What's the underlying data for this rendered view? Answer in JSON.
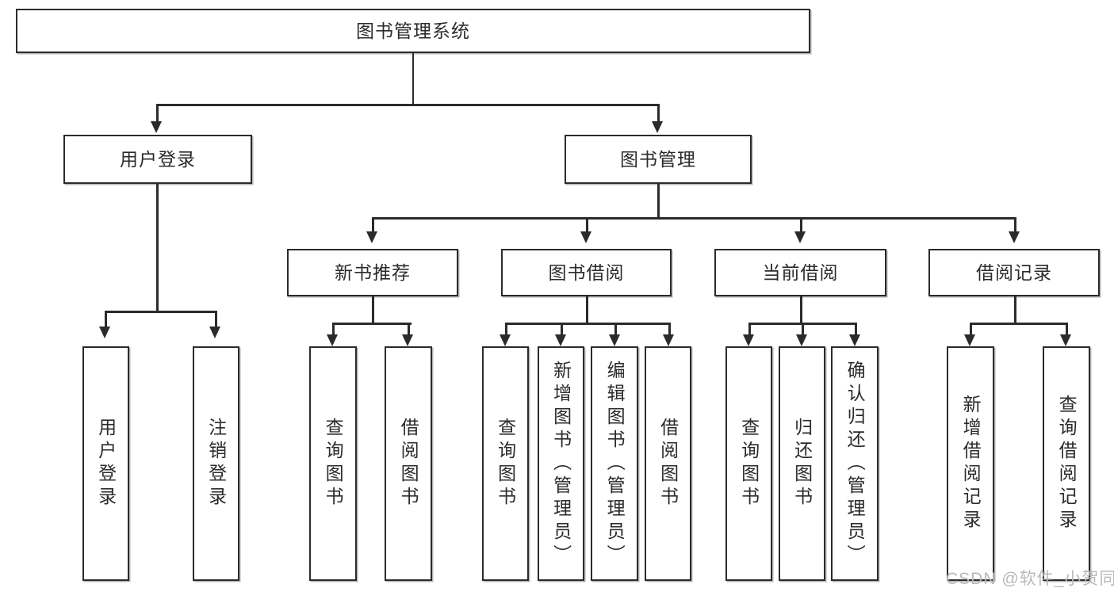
{
  "diagram": {
    "type": "tree-hierarchy-chart",
    "title": "图书管理系统",
    "root": {
      "label": "图书管理系统"
    },
    "level2": [
      {
        "label": "用户登录"
      },
      {
        "label": "图书管理"
      }
    ],
    "level3": [
      {
        "label": "新书推荐"
      },
      {
        "label": "图书借阅"
      },
      {
        "label": "当前借阅"
      },
      {
        "label": "借阅记录"
      }
    ],
    "leaves": {
      "user_login": [
        {
          "label": "用户登录"
        },
        {
          "label": "注销登录"
        }
      ],
      "new_book_recommend": [
        {
          "label": "查询图书"
        },
        {
          "label": "借阅图书"
        }
      ],
      "book_borrow": [
        {
          "label": "查询图书"
        },
        {
          "label": "新增图书（管理员）"
        },
        {
          "label": "编辑图书（管理员）"
        },
        {
          "label": "借阅图书"
        }
      ],
      "current_borrow": [
        {
          "label": "查询图书"
        },
        {
          "label": "归还图书"
        },
        {
          "label": "确认归还（管理员）"
        }
      ],
      "borrow_records": [
        {
          "label": "新增借阅记录"
        },
        {
          "label": "查询借阅记录"
        }
      ]
    }
  },
  "watermark": {
    "text": "CSDN @软件_小贺同学"
  },
  "colors": {
    "stroke": "#2b2b2b",
    "background": "#ffffff",
    "watermark": "#b9b9b9"
  }
}
